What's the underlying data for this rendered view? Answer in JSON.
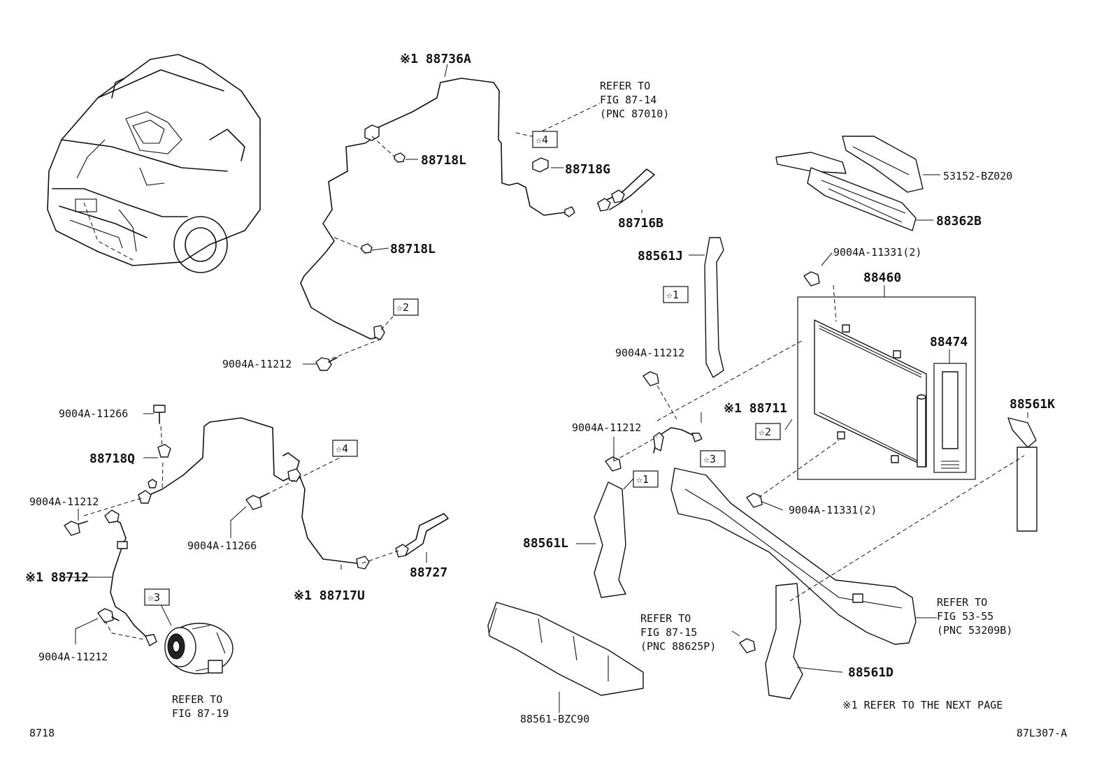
{
  "callouts": {
    "p88736A": "88736A",
    "p88718L_1": "88718L",
    "p88718L_2": "88718L",
    "p88718G": "88718G",
    "p88716B": "88716B",
    "p9004A_11212_top": "9004A-11212",
    "p9004A_11266_top": "9004A-11266",
    "p88718Q": "88718Q",
    "p9004A_11212_left": "9004A-11212",
    "p9004A_11266_mid": "9004A-11266",
    "p88712": "88712",
    "p9004A_11212_bottom": "9004A-11212",
    "p88717U": "88717U",
    "p88727": "88727",
    "p53152": "53152-BZ020",
    "p88362B": "88362B",
    "p88561J": "88561J",
    "p9004A_11331_top": "9004A-11331(2)",
    "p88460": "88460",
    "p88474": "88474",
    "p9004A_11212_right1": "9004A-11212",
    "p88711": "88711",
    "p9004A_11212_right2": "9004A-11212",
    "p88561K": "88561K",
    "p9004A_11331_bottom": "9004A-11331(2)",
    "p88561L": "88561L",
    "p88561D": "88561D",
    "p88561BZC90": "88561-BZC90"
  },
  "markers": {
    "note1": "※1",
    "star1": "☆1",
    "star2": "☆2",
    "star3": "☆3",
    "star4": "☆4"
  },
  "references": {
    "ref_87_14": [
      "REFER TO",
      "FIG 87-14",
      "(PNC 87010)"
    ],
    "ref_87_19": [
      "REFER TO",
      "FIG 87-19"
    ],
    "ref_87_15": [
      "REFER TO",
      "FIG 87-15",
      "(PNC 88625P)"
    ],
    "ref_53_55": [
      "REFER TO",
      "FIG 53-55",
      "(PNC 53209B)"
    ]
  },
  "footnote": "※1  REFER TO THE NEXT PAGE",
  "page_code_left": "8718",
  "page_code_right": "87L307-A"
}
